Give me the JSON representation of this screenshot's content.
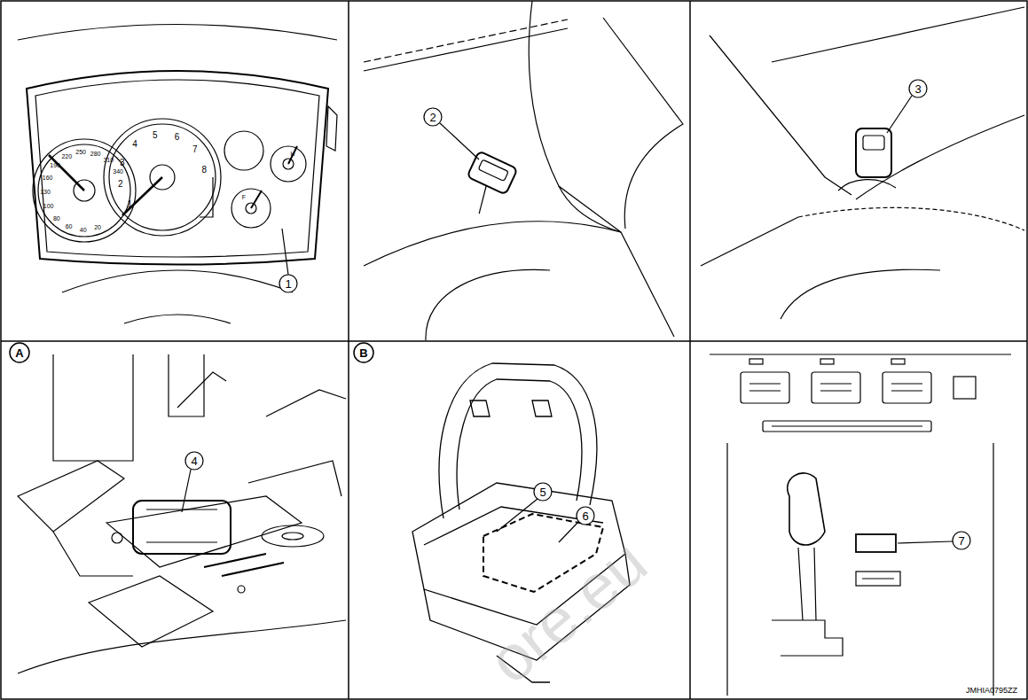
{
  "diagram": {
    "labels": [
      "1",
      "2",
      "3",
      "4",
      "5",
      "6",
      "7",
      "A",
      "B",
      "JMHIA0795ZZ",
      "ore.eu",
      "20",
      "40",
      "60",
      "80",
      "100",
      "130",
      "160",
      "190",
      "220",
      "250",
      "280",
      "310",
      "340",
      "1",
      "2",
      "3",
      "4",
      "5",
      "6",
      "7",
      "8",
      "H",
      "F"
    ]
  }
}
